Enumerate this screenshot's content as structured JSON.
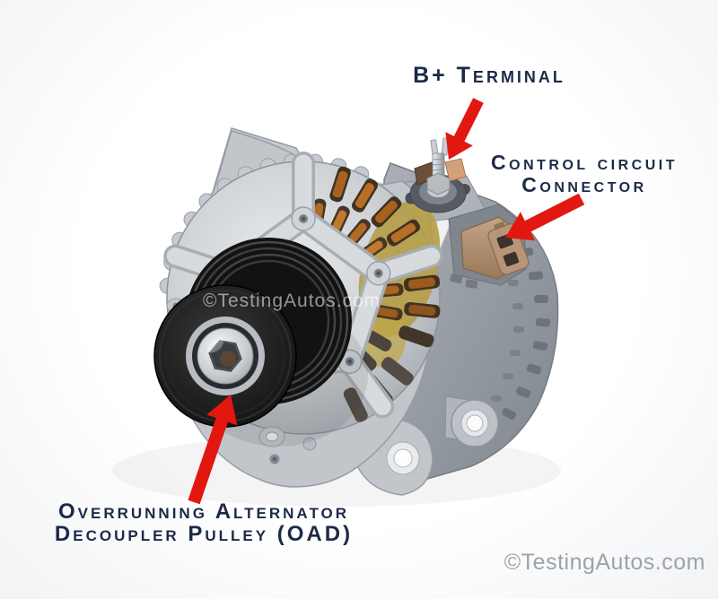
{
  "illustration_subject": "car alternator",
  "callouts": [
    {
      "label": "B+ Terminal",
      "lines": [
        "B+ Terminal"
      ]
    },
    {
      "label": "Control circuit Connector",
      "lines": [
        "Control circuit",
        "Connector"
      ]
    },
    {
      "label": "Overrunning Alternator Decoupler Pulley (OAD)",
      "lines": [
        "Overrunning Alternator",
        "Decoupler Pulley (OAD)"
      ]
    }
  ],
  "watermark": {
    "overlay": "©TestingAutos.com",
    "credit": "©TestingAutos.com"
  },
  "colors": {
    "label_text": "#1b2a47",
    "arrow_red": "#e2170f",
    "watermark_credit": "#9aa3ab",
    "watermark_overlay": "#ffffff",
    "body_silver": "#c2c6cb",
    "rear_gray": "#969ca3",
    "pulley_black": "#141414",
    "hub_metal": "#d9dcdf",
    "copper_winding": "#b46a24",
    "varnish_gold": "#b59d45",
    "connector_tan": "#b08f73",
    "background": "#ffffff"
  }
}
